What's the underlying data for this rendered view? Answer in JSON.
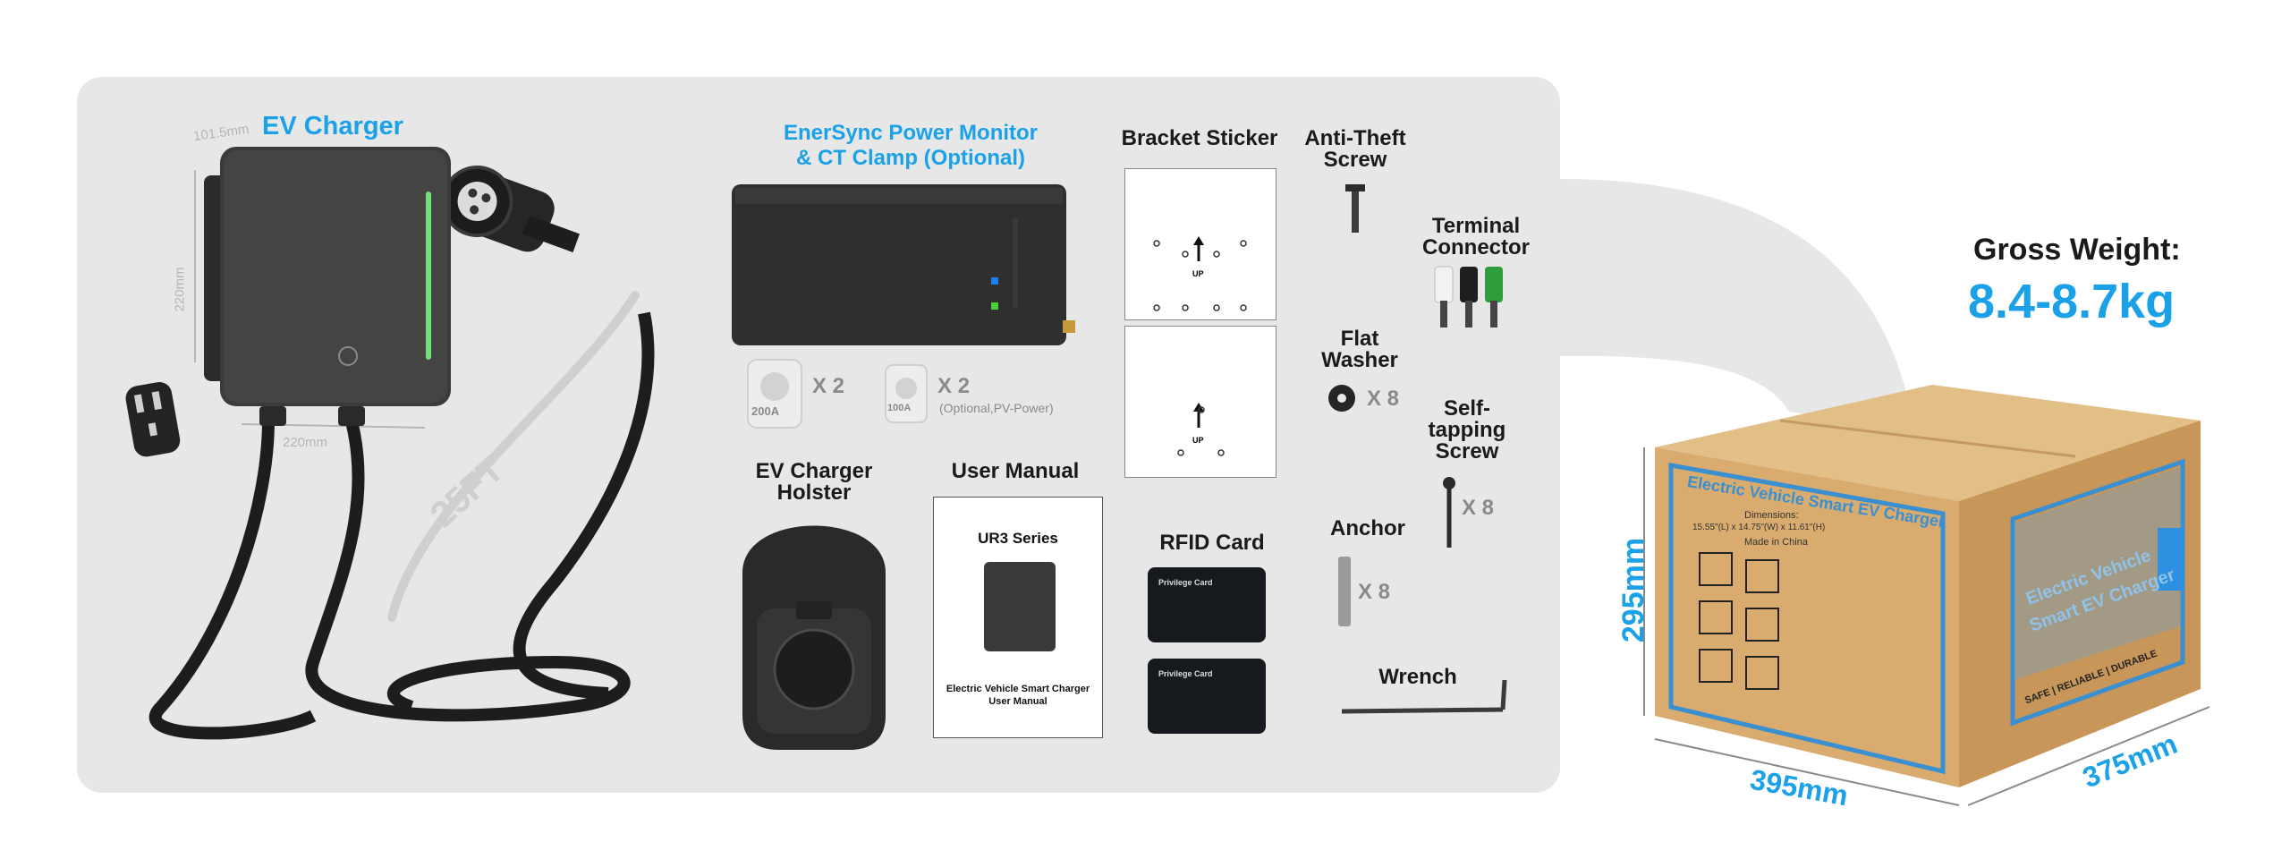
{
  "colors": {
    "accent": "#1ba1e8",
    "panel": "#e7e7e7",
    "box": "#d8b07a",
    "text": "#1a1a1a"
  },
  "ev_charger": {
    "title": "EV Charger",
    "dim_depth": "101.5mm",
    "dim_height": "220mm",
    "dim_width": "220mm",
    "cable_length": "25FT"
  },
  "power_monitor": {
    "title_line1": "EnerSync Power Monitor",
    "title_line2": "& CT Clamp (Optional)",
    "clamp1_rating": "200A",
    "clamp1_qty": "X 2",
    "clamp2_rating": "100A",
    "clamp2_qty": "X 2",
    "clamp2_note": "(Optional,PV-Power)"
  },
  "holster": {
    "title_line1": "EV Charger",
    "title_line2": "Holster"
  },
  "manual": {
    "title": "User Manual",
    "cover_series": "UR3 Series",
    "cover_title_line1": "Electric Vehicle Smart Charger",
    "cover_title_line2": "User Manual"
  },
  "bracket_sticker": {
    "title": "Bracket Sticker",
    "arrow_label": "UP"
  },
  "rfid": {
    "title": "RFID Card",
    "card_label": "Privilege Card"
  },
  "anti_theft": {
    "title_line1": "Anti-Theft",
    "title_line2": "Screw"
  },
  "terminal": {
    "title_line1": "Terminal",
    "title_line2": "Connector"
  },
  "flat_washer": {
    "title_line1": "Flat",
    "title_line2": "Washer",
    "qty": "X 8"
  },
  "self_tapping": {
    "title_line1": "Self-",
    "title_line2": "tapping",
    "title_line3": "Screw",
    "qty": "X 8"
  },
  "anchor": {
    "title": "Anchor",
    "qty": "X 8"
  },
  "wrench": {
    "title": "Wrench"
  },
  "weight": {
    "label": "Gross Weight:",
    "value": "8.4-8.7kg"
  },
  "box": {
    "top_label": "Electric Vehicle Smart EV Charger",
    "dims_title": "Dimensions:",
    "dims_value": "15.55\"(L) x 14.75\"(W) x 11.61\"(H)",
    "origin": "Made in China",
    "side_line1": "Electric Vehicle",
    "side_line2": "Smart EV Charger",
    "side_tagline": "SAFE | RELIABLE | DURABLE",
    "height_dim": "295mm",
    "length_dim": "395mm",
    "width_dim": "375mm"
  }
}
